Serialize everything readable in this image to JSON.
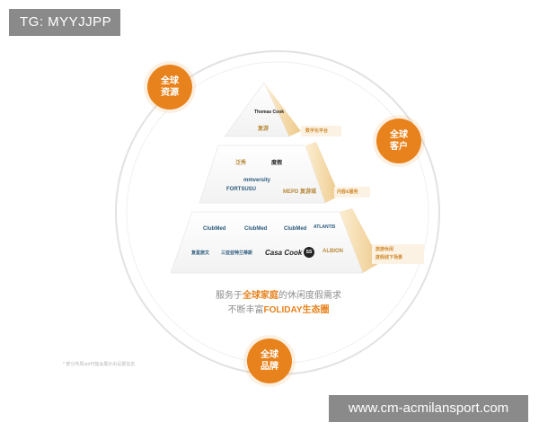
{
  "tag": "TG: MYYJJPP",
  "watermark": "www.cm-acmilansport.com",
  "badges": {
    "resources": [
      "全球",
      "资源"
    ],
    "customers": [
      "全球",
      "客户"
    ],
    "brands": [
      "全球",
      "品牌"
    ]
  },
  "tiers": {
    "top": {
      "side_label": "数字化平台",
      "brands": [
        "Thomas Cook",
        "复游"
      ]
    },
    "middle": {
      "side_label": "内容&服务",
      "brands": [
        "泛秀",
        "度假",
        "mmversity",
        "FORTSUSU",
        "MEPD 复游城"
      ]
    },
    "bottom": {
      "side_label_line1": "旅游休闲",
      "side_label_line2": "度假线下场景",
      "brands": [
        "ClubMed",
        "ClubMed",
        "ClubMed",
        "ATLANTIS",
        "复星旅文",
        "三亚亚特兰蒂斯",
        "Casa Cook",
        "SS",
        "ALBION"
      ]
    }
  },
  "caption": {
    "line1_pre": "服务于",
    "line1_hl": "全球家庭",
    "line1_post": "的休闲度假需求",
    "line2_pre": "不断丰富",
    "line2_hl": "FOLIDAY生态圈"
  },
  "footnote": "* 部分布局opt可能会展示出设置信息",
  "colors": {
    "accent": "#e8821c",
    "ring": "#d8d8d8",
    "pyramid_face": "#ffffff",
    "pyramid_side": "#f3d9a8"
  }
}
